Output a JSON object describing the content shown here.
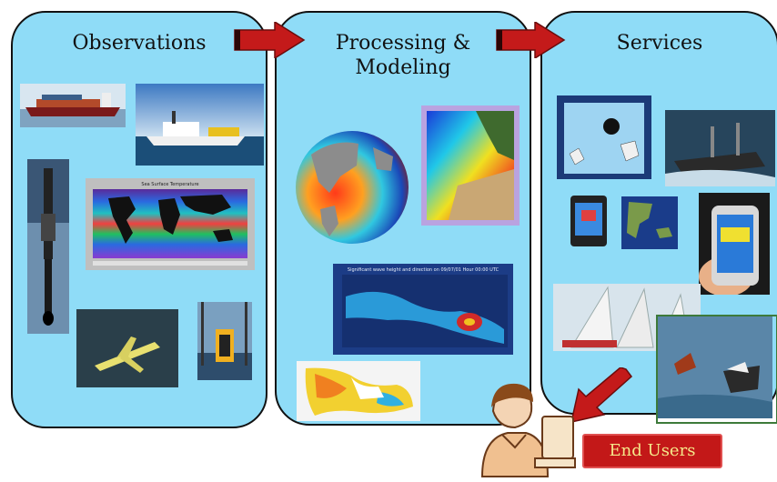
{
  "panels": {
    "observations": {
      "title": "Observations"
    },
    "processing": {
      "title_line1": "Processing &",
      "title_line2": "Modeling"
    },
    "services": {
      "title": "Services"
    }
  },
  "captions": {
    "wave_map": "Significant wave height and direction on 09/07/01 Hour 00:00 UTC",
    "sst_map": "Sea Surface Temperature"
  },
  "end_users": {
    "label": "End Users"
  },
  "colors": {
    "panel_fill": "#8fdcf7",
    "arrow": "#c41a1a",
    "end_users_bg": "#c31818",
    "end_users_text": "#f5e88a"
  }
}
